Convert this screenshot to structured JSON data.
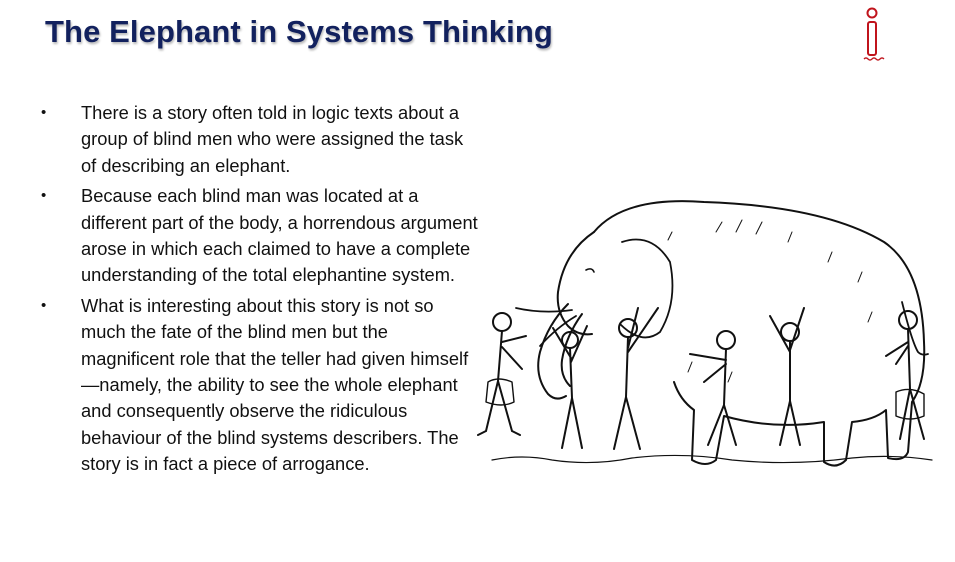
{
  "slide": {
    "title": "The Elephant in Systems Thinking",
    "bullet_glyph": "•",
    "bullets": [
      "There is a story often told in logic texts about a group of blind men who were assigned the task of describing an elephant.",
      "Because each blind man was located at a different part of the body, a horrendous argument arose in which each claimed to have a complete understanding of the total elephantine system.",
      "What is interesting about this story is not so much the fate of the blind men but the magnificent role that the teller had given himself—namely, the ability to see the whole elephant and consequently observe the ridiculous behaviour of the blind systems describers. The story is in fact a piece of arrogance."
    ]
  },
  "logo": {
    "icon": "info-i-logo",
    "color": "#c0141c"
  },
  "illustration": {
    "icon": "blind-men-and-elephant-illustration"
  }
}
